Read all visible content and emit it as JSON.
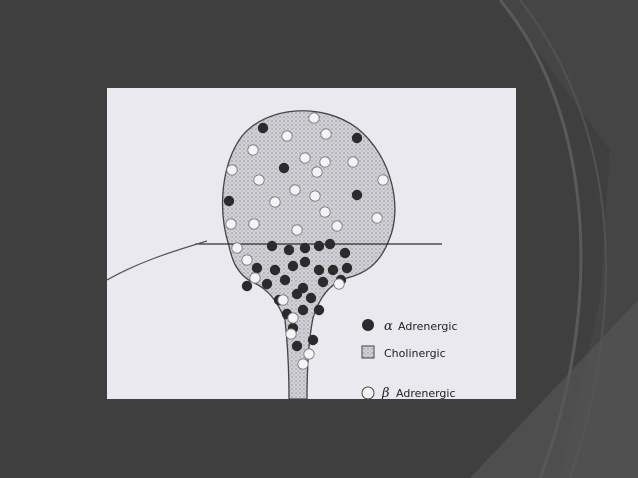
{
  "legend": {
    "alpha": {
      "symbol": "α",
      "label": "Adrenergic"
    },
    "cholinergic": {
      "label": "Cholinergic"
    },
    "beta": {
      "symbol": "β",
      "label": "Adrenergic"
    }
  },
  "colors": {
    "background": "#3f3f3f",
    "panel": "#e9e9ef",
    "stipple": "#c9c9cf",
    "filled_dot": "#2b2b2b",
    "open_dot": "#f2f2f2"
  }
}
